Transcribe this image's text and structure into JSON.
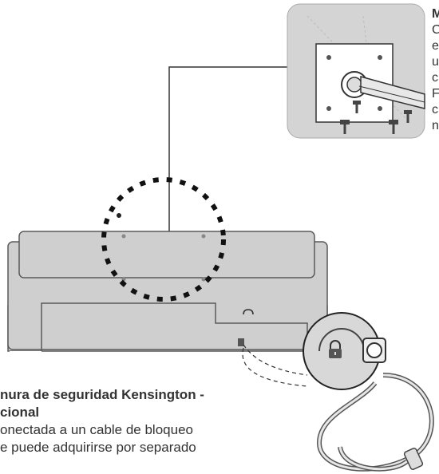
{
  "colors": {
    "monitor_body": "#cfcfcf",
    "monitor_outline": "#5a5a5a",
    "inset_background": "#d4d4d4",
    "dotted_circle": "#111111"
  },
  "icons": [
    "padlock-icon",
    "screw-icon"
  ],
  "mount_note": {
    "lines": [
      "M",
      "C",
      "e",
      "u",
      "c",
      "F",
      "c",
      "n"
    ]
  },
  "kensington": {
    "title_line1": "nura de seguridad Kensington -",
    "title_line2": "cional",
    "desc_line1": "onectada a un cable de bloqueo",
    "desc_line2": "e puede adquirirse por separado"
  }
}
